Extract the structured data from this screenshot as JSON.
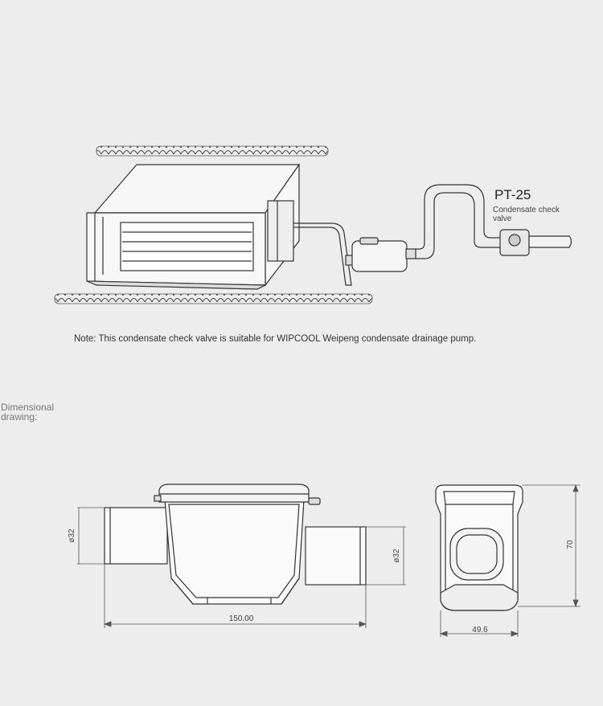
{
  "installation": {
    "model": "PT-25",
    "model_description": "Condensate check valve"
  },
  "note": "Note: This condensate check valve is suitable for WIPCOOL Weipeng condensate drainage pump.",
  "dimensional": {
    "title": "Dimensional drawing:",
    "dimensions": {
      "inlet_diameter": "ø32",
      "outlet_diameter": "ø32",
      "overall_length": "150.00",
      "width": "49.6",
      "height": "70"
    }
  },
  "colors": {
    "background": "#ededed",
    "line": "#333333"
  }
}
